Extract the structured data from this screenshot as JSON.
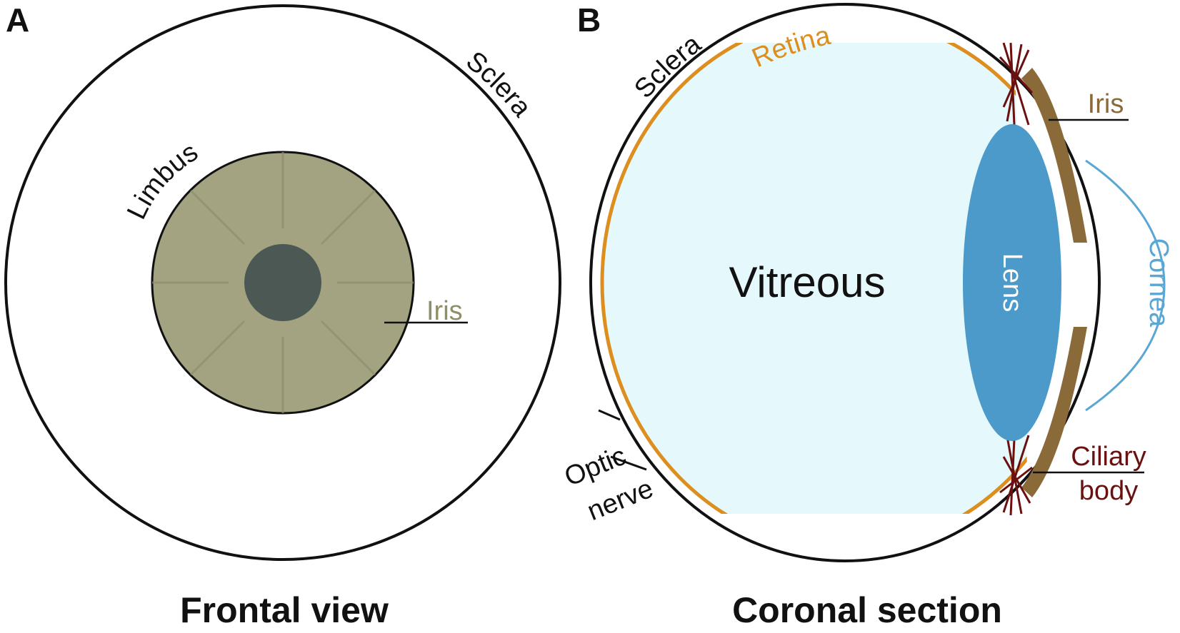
{
  "panel_a": {
    "letter": "A",
    "caption": "Frontal view",
    "labels": {
      "sclera": "Sclera",
      "limbus": "Limbus",
      "iris": "Iris"
    }
  },
  "panel_b": {
    "letter": "B",
    "caption": "Coronal section",
    "labels": {
      "sclera": "Sclera",
      "retina": "Retina",
      "iris": "Iris",
      "vitreous": "Vitreous",
      "lens": "Lens",
      "cornea": "Cornea",
      "optic_line1": "Optic",
      "optic_line2": "nerve",
      "ciliary_line1": "Ciliary",
      "ciliary_line2": "body"
    }
  },
  "colors": {
    "outline": "#111111",
    "iris_fill": "#a3a281",
    "iris_label": "#8f8e68",
    "pupil": "#4b5853",
    "vitreous_fill": "#e5f8fb",
    "retina": "#dc8e1f",
    "lens": "#4b9ac9",
    "cornea": "#5aa7d3",
    "iris_brown": "#8b6a3a",
    "ciliary": "#6b1010"
  }
}
